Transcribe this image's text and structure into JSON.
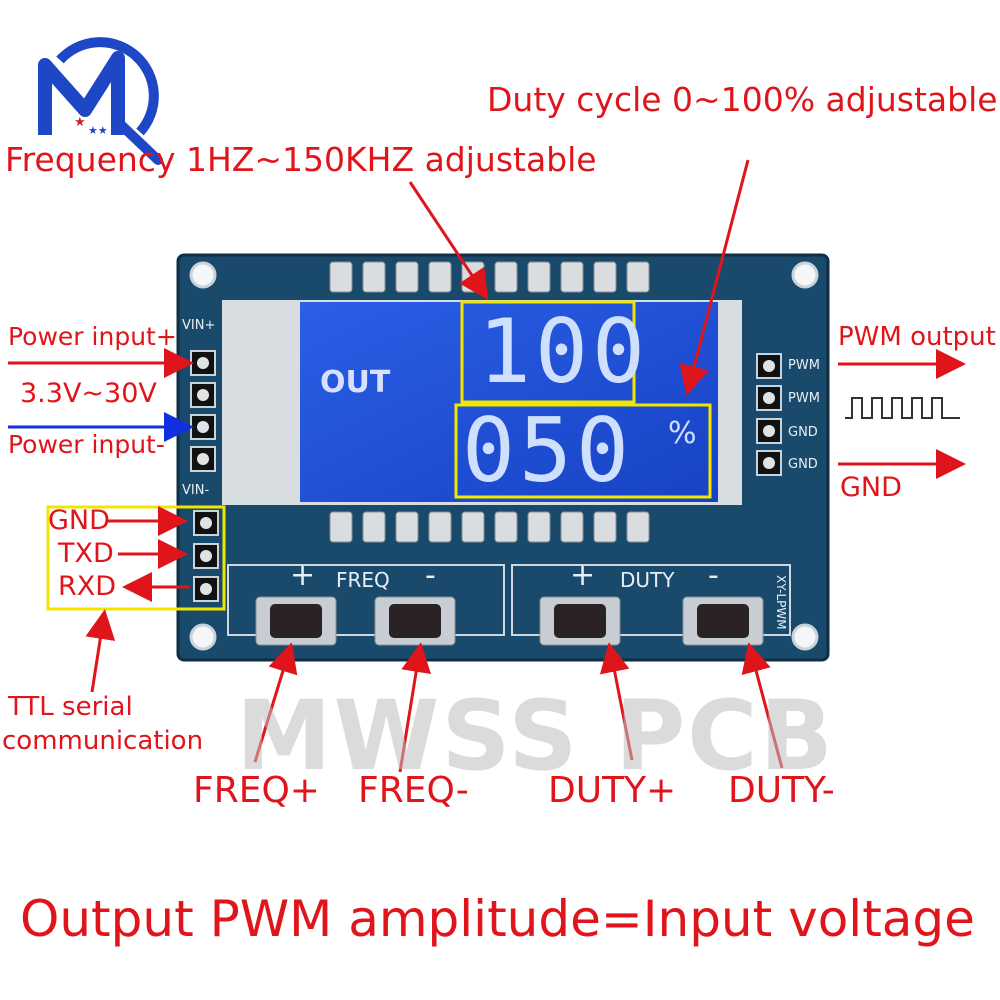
{
  "annotations": {
    "frequency": "Frequency 1HZ~150KHZ adjustable",
    "duty": "Duty cycle 0~100% adjustable",
    "power_plus": "Power input+",
    "voltage": "3.3V~30V",
    "power_minus": "Power input-",
    "gnd": "GND",
    "txd": "TXD",
    "rxd": "RXD",
    "ttl_line1": "TTL serial",
    "ttl_line2": "communication",
    "pwm_output": "PWM output",
    "gnd_out": "GND",
    "freq_plus": "FREQ+",
    "freq_minus": "FREQ-",
    "duty_plus": "DUTY+",
    "duty_minus": "DUTY-",
    "footer": "Output PWM amplitude=Input voltage"
  },
  "watermark": "MWSS PCB",
  "board": {
    "vin_plus": "VIN+",
    "vin_minus": "VIN-",
    "lcd_out": "OUT",
    "lcd_top": "100",
    "lcd_bottom": "050",
    "lcd_percent": "%",
    "pins": [
      "PWM",
      "PWM",
      "GND",
      "GND"
    ],
    "freq_group": "FREQ",
    "duty_group": "DUTY",
    "plus": "+",
    "minus": "-",
    "model": "XY-LPWM"
  },
  "colors": {
    "annotation": "#e0151b",
    "pcb": "#1a4a6b",
    "lcd": "#1f4fd8",
    "highlight": "#f2e600"
  }
}
